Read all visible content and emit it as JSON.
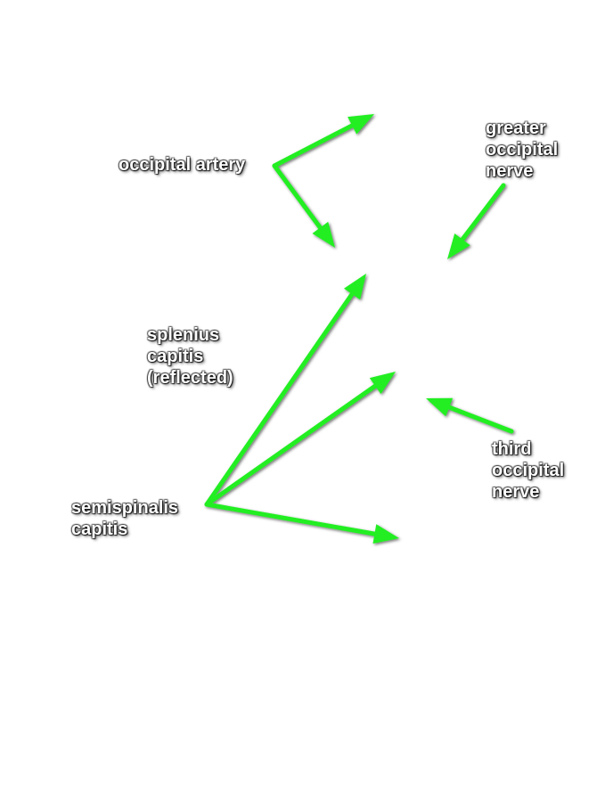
{
  "labels": {
    "occipital_artery": "occipital artery",
    "greater_occipital_nerve": [
      "greater",
      "occipital",
      "nerve"
    ],
    "splenius_capitis": [
      "splenius",
      "capitis",
      "(reflected)"
    ],
    "semispinalis_capitis": [
      "semispinalis",
      "capitis"
    ],
    "third_occipital_nerve": [
      "third",
      "occipital",
      "nerve"
    ]
  },
  "colors": {
    "arrow": "#22ee22",
    "arrow_shadow": "#000000",
    "label_text": "#ffffff",
    "background": "#ffffff"
  }
}
